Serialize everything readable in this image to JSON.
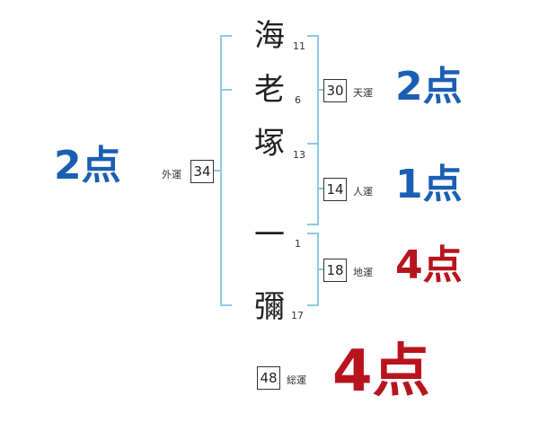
{
  "colors": {
    "bracket": "#8ec8e6",
    "good": "#1a5fb4",
    "best": "#b8141e"
  },
  "name_chars": [
    {
      "char": "海",
      "strokes": "11"
    },
    {
      "char": "老",
      "strokes": "6"
    },
    {
      "char": "塚",
      "strokes": "13"
    },
    {
      "char": "一",
      "strokes": "1"
    },
    {
      "char": "彌",
      "strokes": "17"
    }
  ],
  "fortunes": {
    "outer": {
      "label": "外運",
      "value": "34",
      "score": "2点",
      "color": "good"
    },
    "heaven": {
      "label": "天運",
      "value": "30",
      "score": "2点",
      "color": "good"
    },
    "person": {
      "label": "人運",
      "value": "14",
      "score": "1点",
      "color": "good"
    },
    "earth": {
      "label": "地運",
      "value": "18",
      "score": "4点",
      "color": "best"
    },
    "total": {
      "label": "総運",
      "value": "48",
      "score": "4点",
      "color": "best"
    }
  }
}
